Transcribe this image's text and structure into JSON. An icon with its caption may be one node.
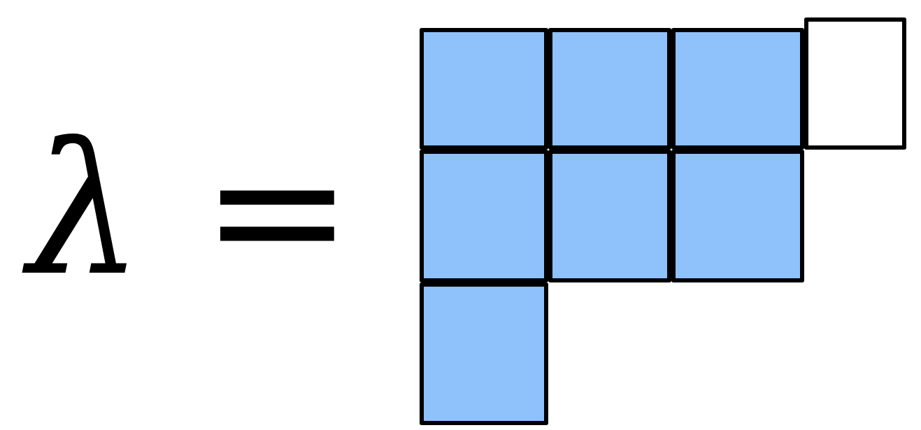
{
  "diagram": {
    "nodes": [
      {
        "text": [],
        "shape": "box"
      },
      {
        "text": [],
        "shape": "box"
      },
      {
        "text": [],
        "shape": "box"
      },
      {
        "text": [],
        "shape": "box"
      },
      {
        "text": [],
        "shape": "box"
      },
      {
        "text": [],
        "shape": "box"
      },
      {
        "text": [],
        "shape": "box"
      },
      {
        "text": [],
        "shape": "box"
      }
    ],
    "labels": [
      "λ ="
    ]
  }
}
